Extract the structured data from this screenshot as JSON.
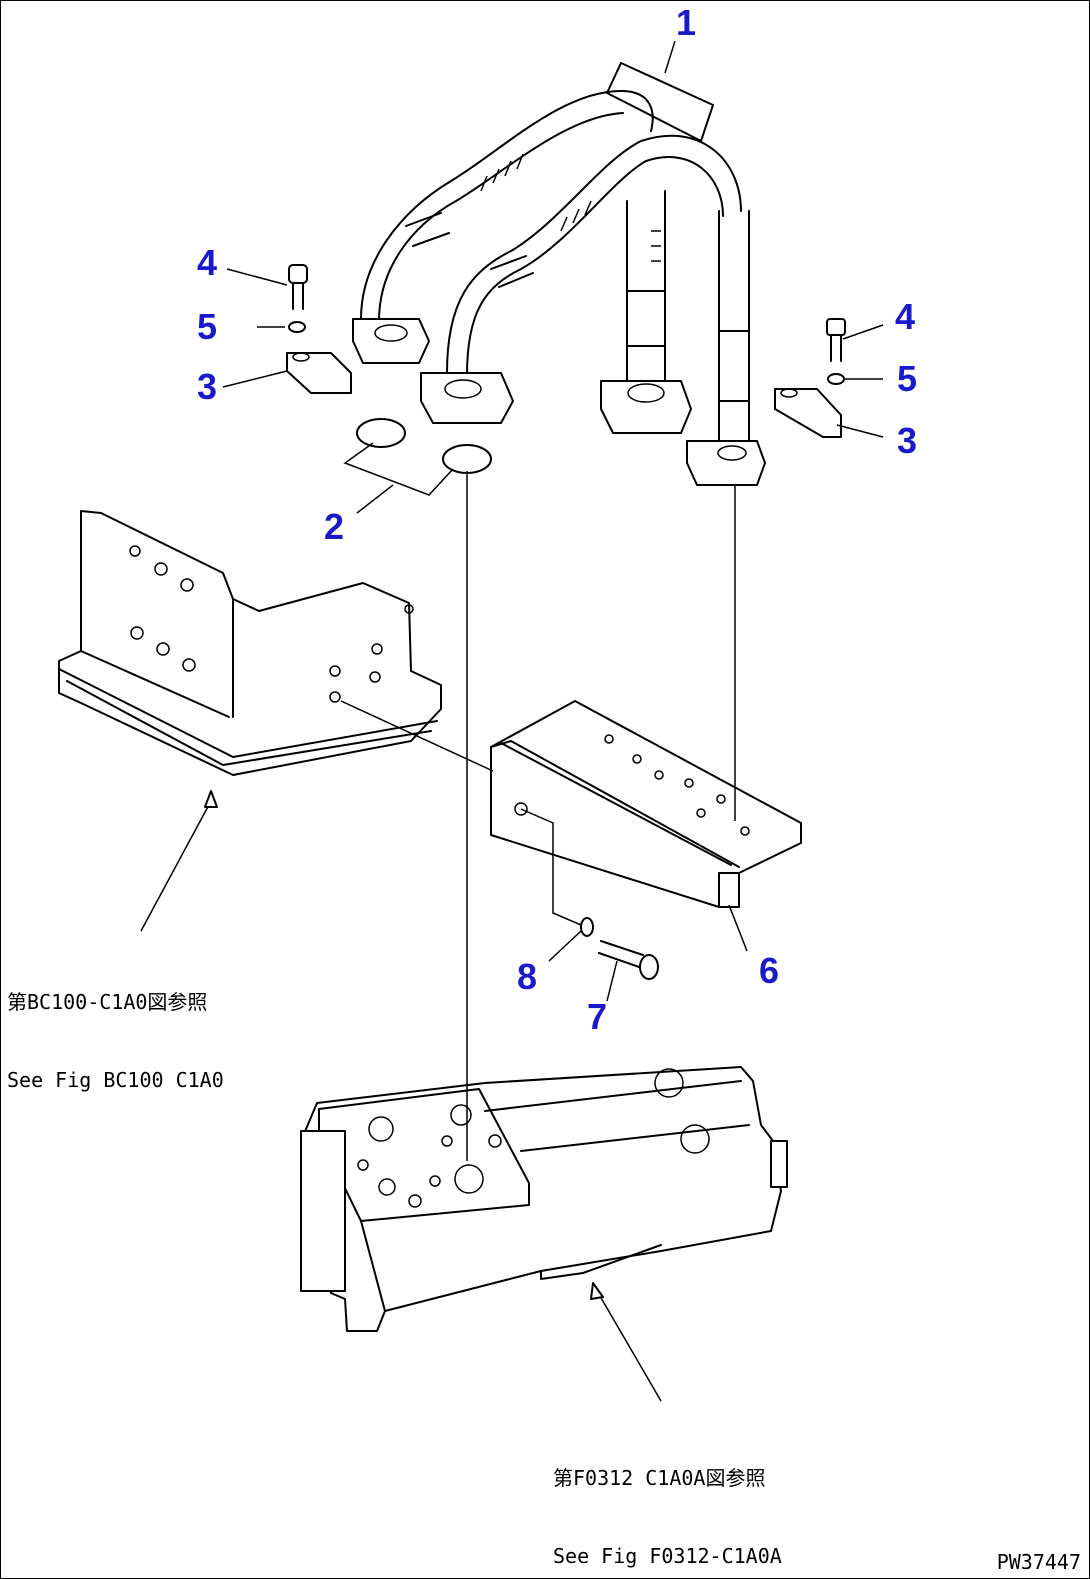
{
  "callouts": [
    {
      "id": "c1",
      "label": "1"
    },
    {
      "id": "c2",
      "label": "2"
    },
    {
      "id": "c3a",
      "label": "3"
    },
    {
      "id": "c3b",
      "label": "3"
    },
    {
      "id": "c4a",
      "label": "4"
    },
    {
      "id": "c4b",
      "label": "4"
    },
    {
      "id": "c5a",
      "label": "5"
    },
    {
      "id": "c5b",
      "label": "5"
    },
    {
      "id": "c6",
      "label": "6"
    },
    {
      "id": "c7",
      "label": "7"
    },
    {
      "id": "c8",
      "label": "8"
    }
  ],
  "references": {
    "bracket": {
      "jp": "第BC100-C1A0図参照",
      "en": "See Fig BC100 C1A0"
    },
    "valve": {
      "jp": "第F0312 C1A0A図参照",
      "en": "See Fig F0312-C1A0A"
    }
  },
  "drawing_number": "PW37447",
  "colors": {
    "callout": "#1a1acc",
    "line": "#000000"
  }
}
